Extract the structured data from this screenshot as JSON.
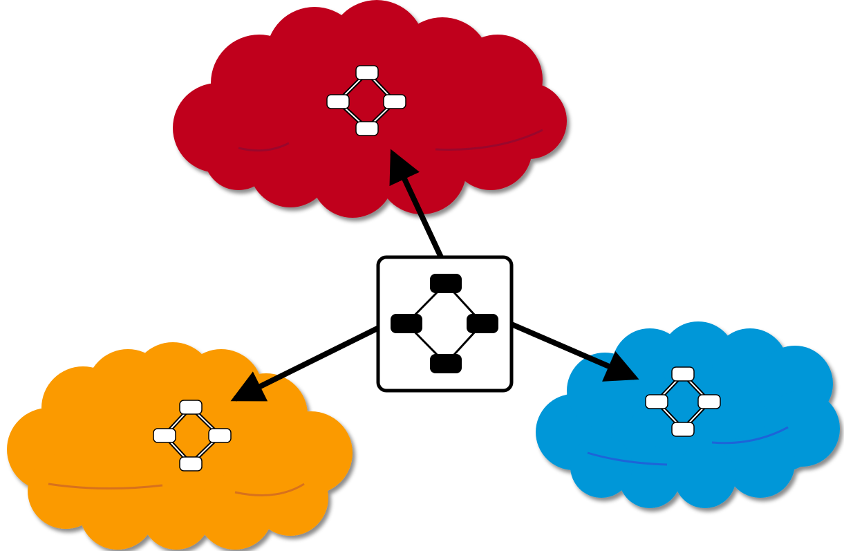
{
  "diagram": {
    "hub": {
      "name": "central-hub-node",
      "topology": "ring",
      "node_count": 4,
      "fill": "#ffffff",
      "node_color": "#000000"
    },
    "clouds": [
      {
        "name": "red-cloud",
        "color": "#c0001e",
        "shade": "#8a0a33",
        "node_count": 4
      },
      {
        "name": "orange-cloud",
        "color": "#fb9a00",
        "shade": "#c8602a",
        "node_count": 4
      },
      {
        "name": "blue-cloud",
        "color": "#0097d8",
        "shade": "#2a4fd8",
        "node_count": 4
      }
    ],
    "connections": [
      {
        "from": "central-hub-node",
        "to": "red-cloud",
        "direction": "hub-to-cloud"
      },
      {
        "from": "central-hub-node",
        "to": "orange-cloud",
        "direction": "hub-to-cloud"
      },
      {
        "from": "central-hub-node",
        "to": "blue-cloud",
        "direction": "hub-to-cloud"
      }
    ]
  }
}
